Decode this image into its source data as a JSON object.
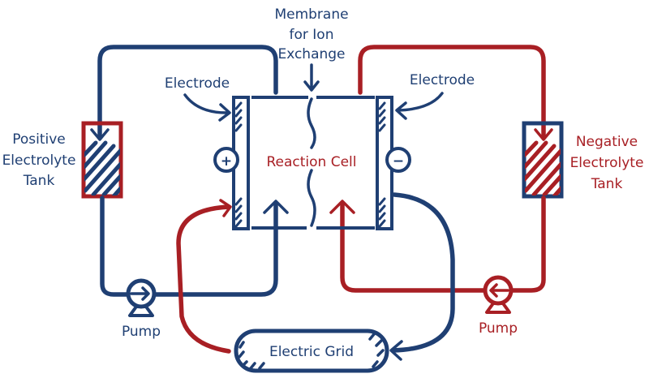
{
  "colors": {
    "positive": "#1f3f73",
    "negative": "#a81f24",
    "background": "#ffffff"
  },
  "labels": {
    "membrane": [
      "Membrane",
      "for Ion",
      "Exchange"
    ],
    "electrode_left": "Electrode",
    "electrode_right": "Electrode",
    "reaction_cell": "Reaction Cell",
    "positive_tank": [
      "Positive",
      "Electrolyte",
      "Tank"
    ],
    "negative_tank": [
      "Negative",
      "Electrolyte",
      "Tank"
    ],
    "pump_left": "Pump",
    "pump_right": "Pump",
    "electric_grid": "Electric Grid",
    "plus_symbol": "+",
    "minus_symbol": "−"
  }
}
